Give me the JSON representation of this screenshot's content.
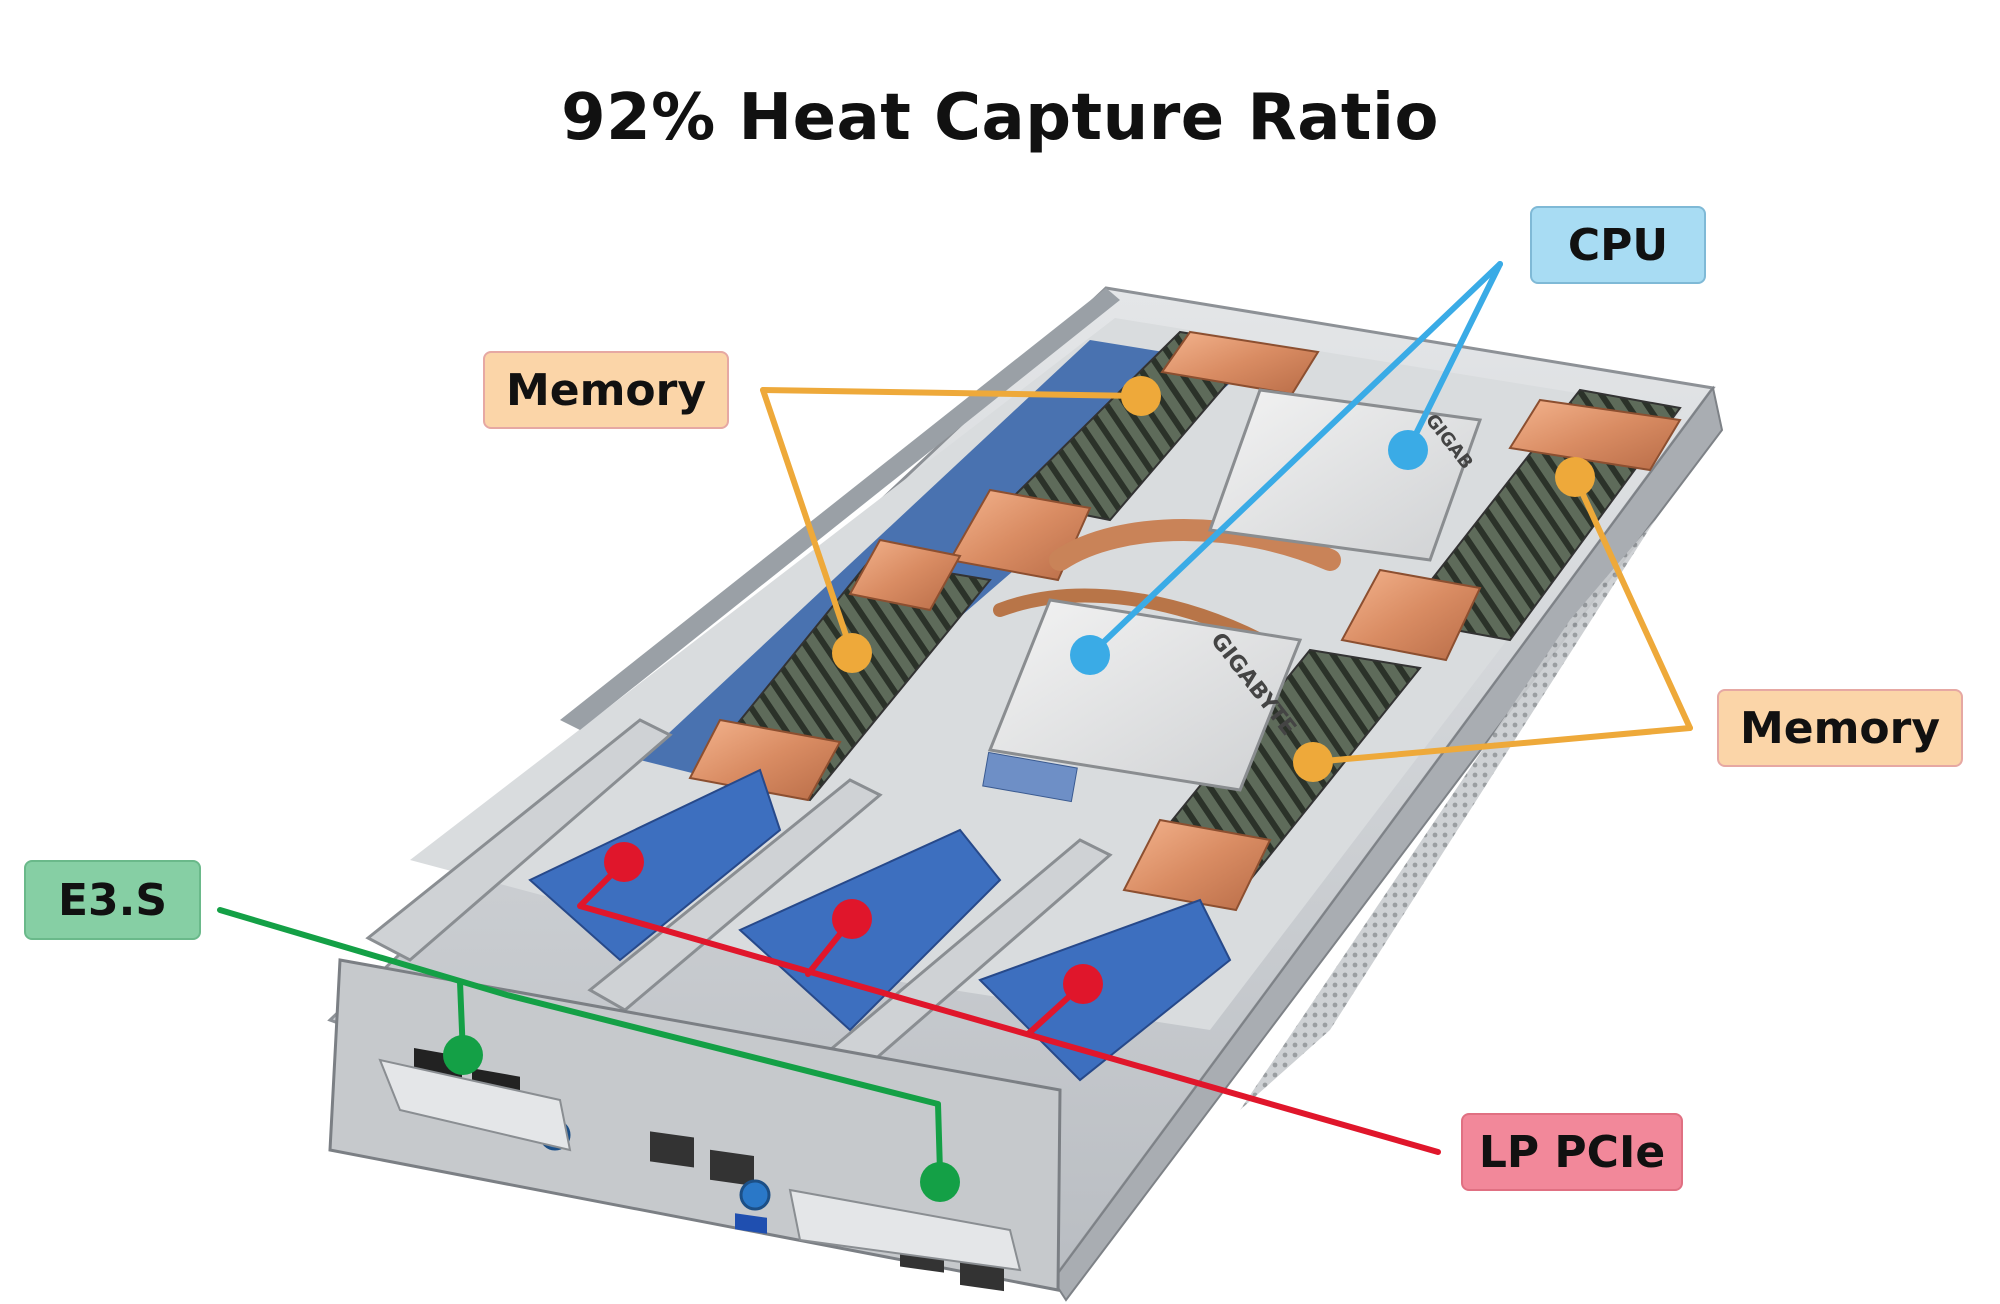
{
  "title": "92% Heat Capture Ratio",
  "callouts": {
    "cpu": {
      "label": "CPU",
      "fill": "#a8dcf3",
      "border": "#7fb9d6",
      "line": "#3aabe6"
    },
    "memory_left": {
      "label": "Memory",
      "fill": "#fbd5a8",
      "border": "#e6a8a3",
      "line": "#eea93a"
    },
    "memory_right": {
      "label": "Memory",
      "fill": "#fbd5a8",
      "border": "#e6a8a3",
      "line": "#eea93a"
    },
    "e3s": {
      "label": "E3.S",
      "fill": "#86cfa4",
      "border": "#6ab98a",
      "line": "#14a046"
    },
    "lp_pcie": {
      "label": "LP PCIe",
      "fill": "#f2889a",
      "border": "#e07082",
      "line": "#e0162b"
    }
  },
  "image": {
    "subject": "server-node",
    "brand": "GIGABYTE"
  }
}
